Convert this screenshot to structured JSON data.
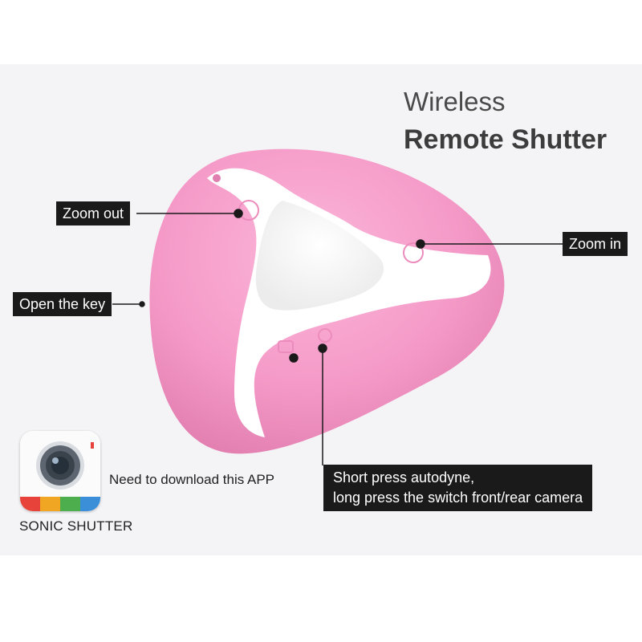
{
  "title": {
    "line1": "Wireless",
    "line2": "Remote Shutter"
  },
  "callouts": {
    "zoom_out": "Zoom out",
    "zoom_in": "Zoom in",
    "open_key": "Open the key",
    "shutter_line1": "Short press autodyne,",
    "shutter_line2": "long press the switch front/rear camera"
  },
  "app": {
    "download_note": "Need to download this APP",
    "name": "SONIC SHUTTER",
    "stripe_colors": [
      "#e8433a",
      "#f0a623",
      "#4cae4c",
      "#3b8fd9"
    ]
  },
  "colors": {
    "device_body": "#f59ac8",
    "device_accent": "#ffffff",
    "callout_bg": "#1a1a1a",
    "callout_text": "#ffffff"
  }
}
